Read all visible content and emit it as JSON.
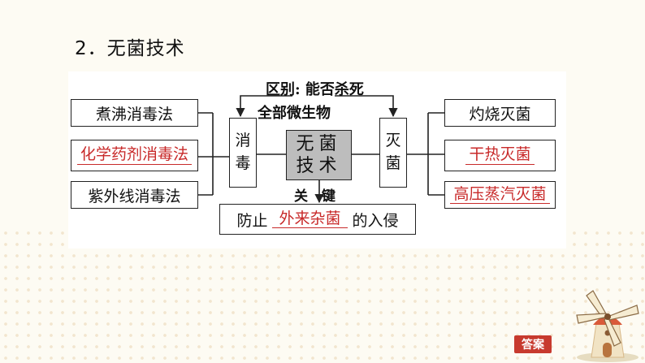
{
  "heading": "2．无菌技术",
  "diagram": {
    "left_methods": [
      "煮沸消毒法",
      "化学药剂消毒法",
      "紫外线消毒法"
    ],
    "left_methods_red": [
      false,
      true,
      false
    ],
    "disinfect": [
      "消",
      "毒"
    ],
    "center": [
      "无菌",
      "技术"
    ],
    "sterilize": [
      "灭",
      "菌"
    ],
    "right_methods": [
      "灼烧灭菌",
      "干热灭菌",
      "高压蒸汽灭菌"
    ],
    "right_methods_red": [
      false,
      true,
      true
    ],
    "difference": "区别: 能否杀死",
    "all_microbes": "全部微生物",
    "key": "关　键",
    "prevent_prefix": "防止",
    "prevent_blank": "外来杂菌",
    "prevent_suffix": "的入侵"
  },
  "answer_button": "答案",
  "colors": {
    "red_text": "#c82a2a",
    "answer_bg": "#c73a2e",
    "center_fill": "#bdbdbd"
  },
  "icons": {
    "decoration": "windmill-icon"
  }
}
